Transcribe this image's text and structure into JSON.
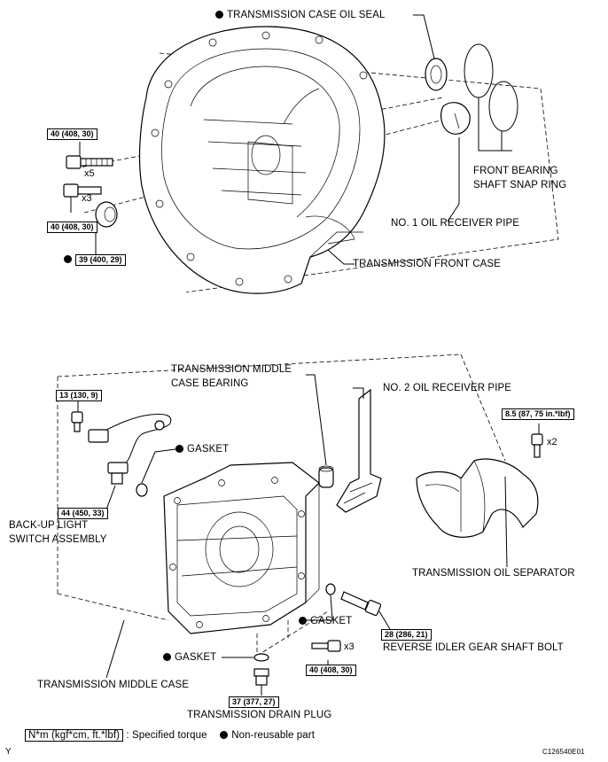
{
  "labels": {
    "case_oil_seal": "TRANSMISSION CASE OIL SEAL",
    "front_bearing_snap_ring_line1": "FRONT BEARING",
    "front_bearing_snap_ring_line2": "SHAFT SNAP RING",
    "no1_oil_receiver_pipe": "NO. 1 OIL RECEIVER PIPE",
    "front_case": "TRANSMISSION FRONT CASE",
    "middle_case_bearing_line1": "TRANSMISSION MIDDLE",
    "middle_case_bearing_line2": "CASE BEARING",
    "no2_oil_receiver_pipe": "NO. 2 OIL RECEIVER PIPE",
    "gasket_1": "GASKET",
    "gasket_2": "GASKET",
    "gasket_3": "GASKET",
    "backup_switch_line1": "BACK-UP LIGHT",
    "backup_switch_line2": "SWITCH ASSEMBLY",
    "oil_separator": "TRANSMISSION OIL SEPARATOR",
    "reverse_idler_bolt": "REVERSE IDLER GEAR SHAFT BOLT",
    "middle_case": "TRANSMISSION MIDDLE CASE",
    "drain_plug": "TRANSMISSION DRAIN PLUG"
  },
  "torques": {
    "t_bolt_x5": "40 (408, 30)",
    "t_bolt_x3_top": "40 (408, 30)",
    "t_plug_top": "39 (400, 29)",
    "t_switch_bolt": "13 (130, 9)",
    "t_switch": "44 (450, 33)",
    "t_separator_bolt": "8.5 (87, 75 in.*lbf)",
    "t_idler_bolt": "28 (286, 21)",
    "t_bolt_x3_bottom": "40 (408, 30)",
    "t_drain_plug": "37 (377, 27)"
  },
  "quantities": {
    "q_x5": "x5",
    "q_x3_top": "x3",
    "q_x2": "x2",
    "q_x3_bottom": "x3"
  },
  "legend": {
    "unit_box": "N*m (kgf*cm, ft.*lbf)",
    "unit_text": ": Specified torque",
    "nonreusable_text": "Non-reusable part"
  },
  "footer": {
    "corner_mark": "Y",
    "figure_code": "C126540E01"
  }
}
